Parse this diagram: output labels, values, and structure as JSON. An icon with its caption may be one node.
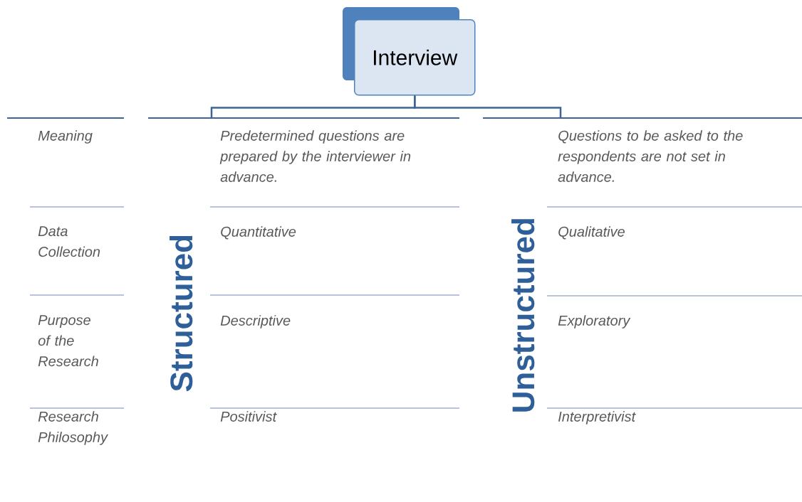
{
  "diagram": {
    "nodes": [
      {
        "text": [
          "Interview"
        ]
      },
      {
        "text": [
          "Structured"
        ]
      },
      {
        "text": [
          "Unstructured"
        ]
      }
    ],
    "edges": [
      {
        "from": 0,
        "to": 1,
        "arrow": "none"
      },
      {
        "from": 0,
        "to": 2,
        "arrow": "none"
      }
    ],
    "labels": [
      "Meaning",
      "Predetermined questions are prepared by the interviewer in advance.",
      "Questions to be asked to the respondents are not set in advance.",
      "Data Collection",
      "Quantitative",
      "Qualitative",
      "Purpose of the Research",
      "Descriptive",
      "Exploratory",
      "Research Philosophy",
      "Positivist",
      "Interpretivist"
    ]
  }
}
